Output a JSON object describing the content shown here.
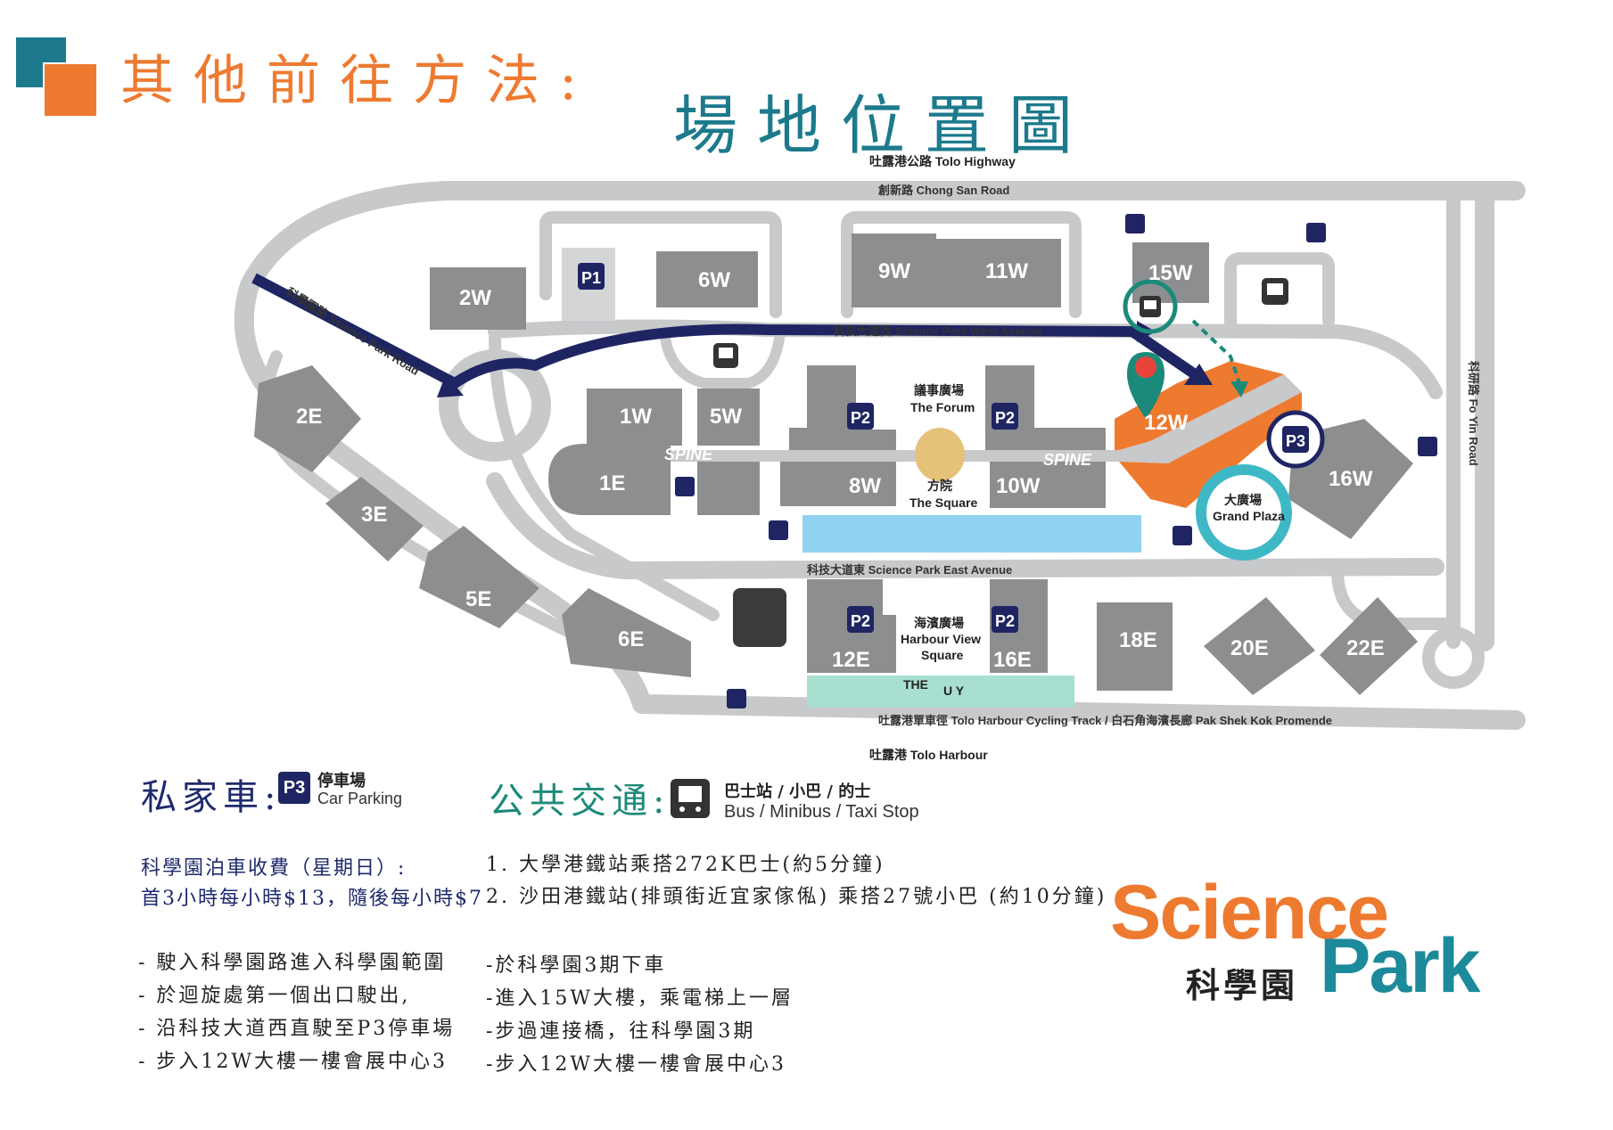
{
  "header": {
    "title": "其他前往方法:"
  },
  "map": {
    "title": "場地位置圖",
    "labels": {
      "tolo_highway": "吐露港公路 Tolo Highway",
      "chong_san_road": "創新路 Chong San Road",
      "science_park_road": "科學園路 Science Park Road",
      "west_avenue": "科技大道西 Science Park West Avenue",
      "east_avenue": "科技大道東 Science Park East Avenue",
      "fo_yin_road": "科研路 Fo Yin Road",
      "cycling_track": "吐露港單車徑 Tolo Harbour Cycling Track / 白石角海濱長廊 Pak Shek Kok Promende",
      "tolo_harbour": "吐露港 Tolo Harbour"
    },
    "places": {
      "forum_zh": "議事廣場",
      "forum_en": "The Forum",
      "square_zh": "方院",
      "square_en": "The Square",
      "grand_plaza_zh": "大廣場",
      "grand_plaza_en": "Grand Plaza",
      "harbour_zh": "海濱廣場",
      "harbour_en1": "Harbour View",
      "harbour_en2": "Square",
      "spine": "SPINE",
      "the": "THE",
      "uy": "U Y"
    },
    "buildings": {
      "b2w": "2W",
      "b6w": "6W",
      "b9w": "9W",
      "b11w": "11W",
      "b15w": "15W",
      "b1w": "1W",
      "b5w": "5W",
      "b12w": "12W",
      "b1e": "1E",
      "b8w": "8W",
      "b10w": "10W",
      "b16w": "16W",
      "b2e": "2E",
      "b3e": "3E",
      "b5e": "5E",
      "b6e": "6E",
      "b12e": "12E",
      "b16e": "16E",
      "b18e": "18E",
      "b20e": "20E",
      "b22e": "22E"
    },
    "parking": {
      "p1": "P1",
      "p2": "P2",
      "p3": "P3"
    },
    "colors": {
      "building": "#8c8e90",
      "highlight": "#ee7a30",
      "road": "#c8c9cb",
      "route": "#1f2563",
      "teal": "#1c8a7a",
      "water": "#8fd3f0",
      "plaza_ring": "#3fb8c6"
    }
  },
  "legend": {
    "private_heading": "私家車:",
    "parking_icon_label": "P3",
    "parking_zh": "停車場",
    "parking_en": "Car Parking",
    "public_heading": "公共交通:",
    "bus_zh": "巴士站 / 小巴 / 的士",
    "bus_en": "Bus / Minibus / Taxi Stop"
  },
  "parking_fee": {
    "line1": "科學園泊車收費（星期日）:",
    "line2": "首3小時每小時$13，隨後每小時$7"
  },
  "public_routes": {
    "line1": "1. 大學港鐵站乘搭272K巴士(約5分鐘)",
    "line2": "2. 沙田港鐵站(排頭街近宜家傢俬) 乘搭27號小巴 (約10分鐘)"
  },
  "private_steps": [
    "- 駛入科學園路進入科學園範圍",
    "- 於迴旋處第一個出口駛出,",
    "- 沿科技大道西直駛至P3停車場",
    "- 步入12W大樓一樓會展中心3"
  ],
  "public_steps": [
    "-於科學園3期下車",
    "-進入15W大樓，乘電梯上一層",
    "-步過連接橋，往科學園3期",
    "-步入12W大樓一樓會展中心3"
  ],
  "logo": {
    "science": "Science",
    "park": "Park",
    "zh": "科學園"
  }
}
